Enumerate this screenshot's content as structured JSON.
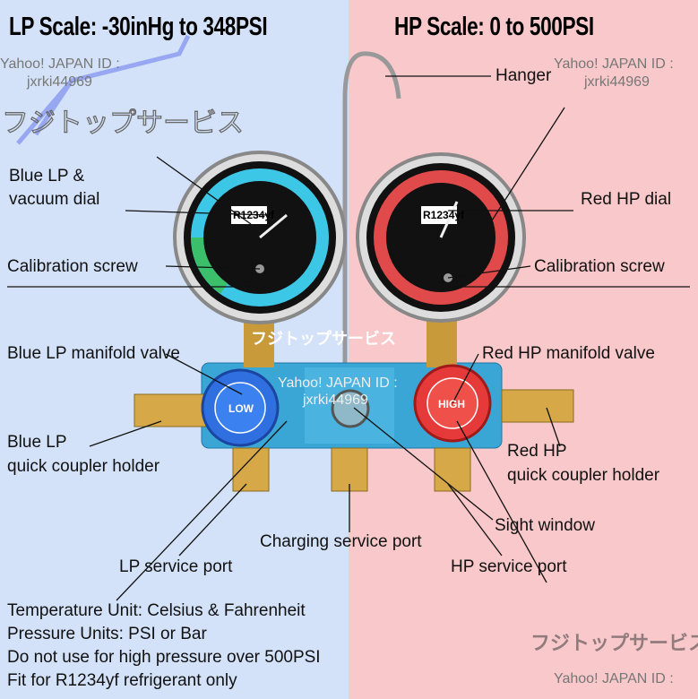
{
  "titles": {
    "lp_scale": "LP Scale: -30inHg to 348PSI",
    "hp_scale": "HP Scale: 0 to 500PSI"
  },
  "labels": {
    "hanger": "Hanger",
    "blue_lp_line1": "Blue LP &",
    "blue_lp_line2": "vacuum dial",
    "red_hp_dial": "Red HP dial",
    "calibration_screw_left": "Calibration screw",
    "calibration_screw_right": "Calibration screw",
    "blue_lp_valve": "Blue LP manifold valve",
    "red_hp_valve": "Red HP manifold valve",
    "blue_lp_coupler_line1": "Blue LP",
    "blue_lp_coupler_line2": "quick coupler holder",
    "red_hp_coupler_line1": "Red HP",
    "red_hp_coupler_line2": "quick coupler holder",
    "sight_window": "Sight window",
    "charging_port": "Charging service port",
    "lp_service_port": "LP service port",
    "hp_service_port": "HP service port"
  },
  "gauges": {
    "left_text": "R1234yf",
    "right_text": "R1234yf",
    "low": "LOW",
    "high": "HIGH"
  },
  "notes": [
    "Temperature Unit: Celsius & Fahrenheit",
    "Pressure Units: PSI or Bar",
    "Do not use for high pressure over 500PSI",
    "Fit for R1234yf refrigerant only"
  ],
  "watermarks": {
    "id_label": "Yahoo! JAPAN ID :",
    "id_value": "jxrki44969",
    "brand": "フジトップサービス"
  }
}
